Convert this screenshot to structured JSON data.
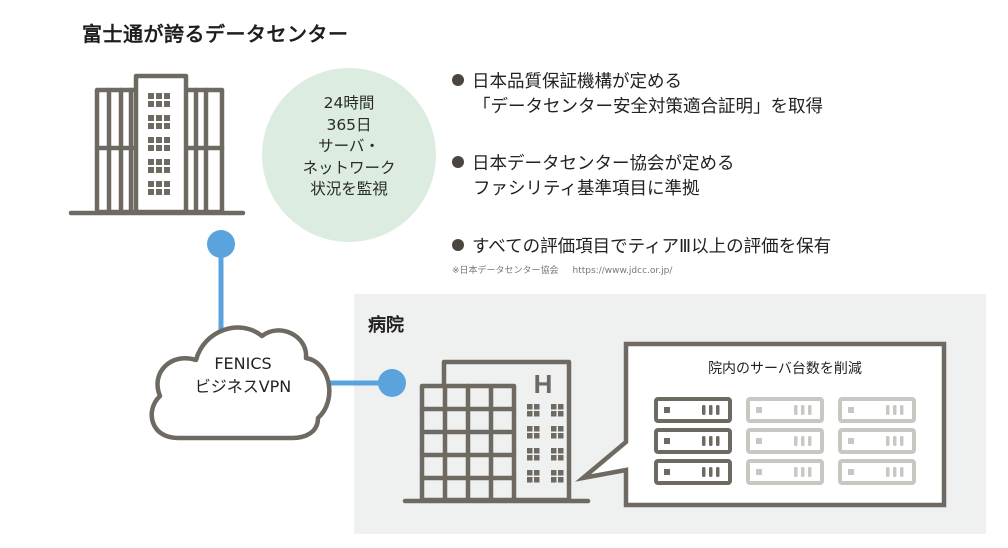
{
  "title": "富士通が誇るデータセンター",
  "monitoring_circle": {
    "lines": [
      "24時間",
      "365日",
      "サーバ・",
      "ネットワーク",
      "状況を監視"
    ],
    "fill_color": "#dcece0"
  },
  "bullets": [
    {
      "lines": [
        "日本品質保証機構が定める",
        "「データセンター安全対策適合証明」を取得"
      ]
    },
    {
      "lines": [
        "日本データセンター協会が定める",
        "ファシリティ基準項目に準拠"
      ]
    },
    {
      "lines": [
        "すべての評価項目でティアⅢ以上の評価を保有"
      ]
    }
  ],
  "footnote": {
    "source": "※日本データセンター協会",
    "url": "https://www.jdcc.or.jp/"
  },
  "network": {
    "lines": [
      "FENICS",
      "ビジネスVPN"
    ],
    "connector_color": "#5ba3dc"
  },
  "hospital": {
    "label": "病院",
    "building_sign": "H",
    "panel_color": "#eff0f0"
  },
  "server_reduction": {
    "title": "院内のサーバ台数を削減",
    "grid": {
      "columns": 3,
      "rows": 3,
      "active_columns": 1
    },
    "active_color": "#6e6a62",
    "inactive_color": "#c8c8c2"
  },
  "colors": {
    "icon_stroke": "#6e6a62",
    "text": "#1e1e1e"
  }
}
